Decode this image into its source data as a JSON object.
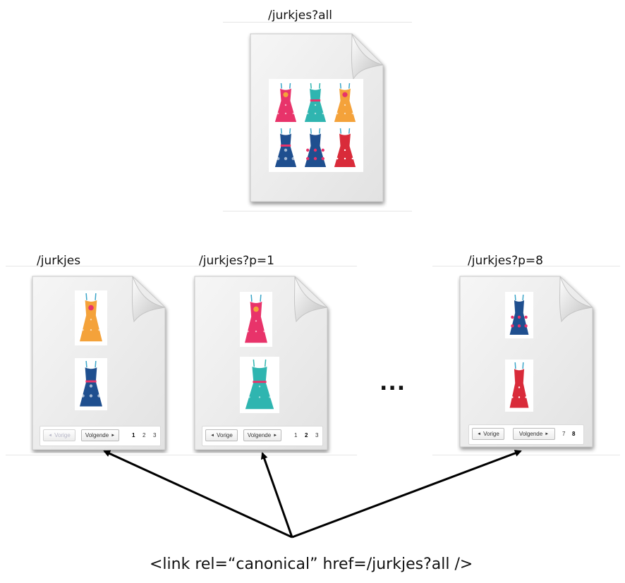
{
  "top_doc": {
    "url_label": "/jurkjes?all"
  },
  "pages": [
    {
      "url_label": "/jurkjes",
      "pager": {
        "prev": "Vorige",
        "next": "Volgende",
        "prev_disabled": true,
        "numbers": [
          "1",
          "2",
          "3"
        ],
        "current": "1"
      }
    },
    {
      "url_label": "/jurkjes?p=1",
      "pager": {
        "prev": "Vorige",
        "next": "Volgende",
        "prev_disabled": false,
        "numbers": [
          "1",
          "2",
          "3"
        ],
        "current": "2"
      }
    },
    {
      "url_label": "/jurkjes?p=8",
      "pager": {
        "prev": "Vorige",
        "next": "Volgende",
        "prev_disabled": false,
        "numbers": [
          "7",
          "8"
        ],
        "current": "8"
      }
    }
  ],
  "ellipsis": "...",
  "canonical_tag": "<link rel=“canonical” href=/jurkjes?all />",
  "colors": {
    "pink": "#e8336a",
    "teal": "#2fb5b0",
    "orange": "#f4a23a",
    "navy": "#1f4f8f",
    "red": "#d92b3a",
    "arrow": "#000000"
  }
}
